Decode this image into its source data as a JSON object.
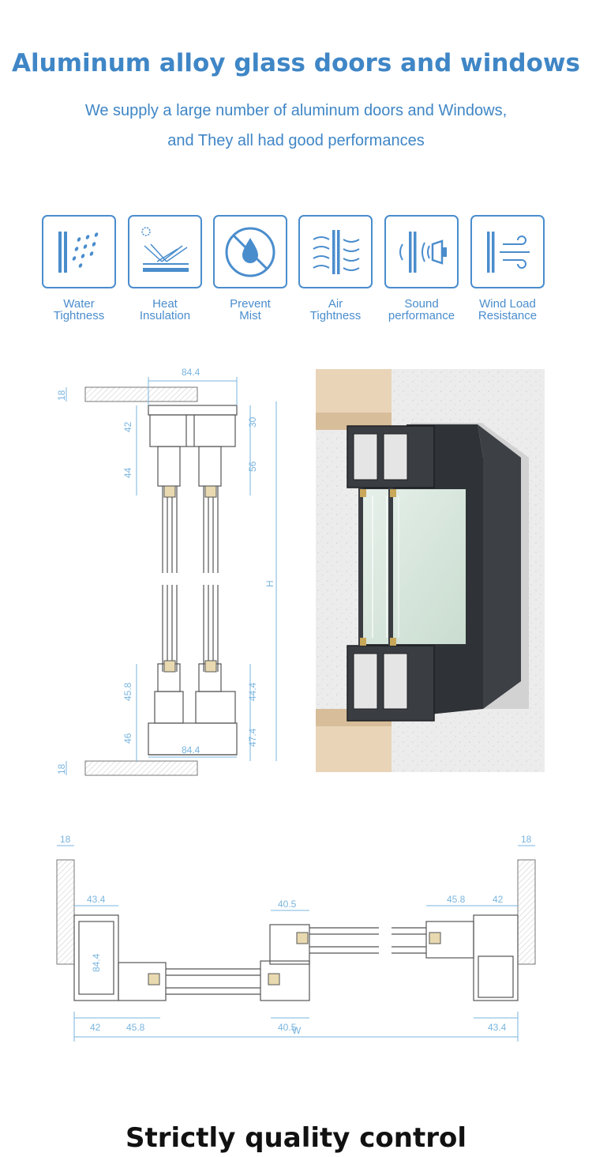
{
  "header": {
    "title": "Aluminum alloy glass doors and windows",
    "subtitle_line1": "We supply a large number of aluminum doors and Windows,",
    "subtitle_line2": "and They all had good performances"
  },
  "features": [
    {
      "line1": "Water",
      "line2": "Tightness",
      "icon": "water-drops-icon"
    },
    {
      "line1": "Heat",
      "line2": "Insulation",
      "icon": "heat-reflection-icon"
    },
    {
      "line1": "Prevent",
      "line2": "Mist",
      "icon": "no-mist-drop-icon"
    },
    {
      "line1": "Air",
      "line2": "Tightness",
      "icon": "air-flow-icon"
    },
    {
      "line1": "Sound",
      "line2": "performance",
      "icon": "sound-speaker-icon"
    },
    {
      "line1": "Wind Load",
      "line2": "Resistance",
      "icon": "wind-gust-icon"
    }
  ],
  "vertical_section": {
    "top_width": "84.4",
    "bottom_width": "84.4",
    "wall_top": "18",
    "wall_bottom": "18",
    "left_top_1": "42",
    "left_top_2": "44",
    "right_top_1": "30",
    "right_top_2": "56",
    "height": "H",
    "left_bottom_1": "45.8",
    "left_bottom_2": "46",
    "right_bottom_1": "44.4",
    "right_bottom_2": "47.4"
  },
  "horizontal_section": {
    "wall_left": "18",
    "wall_right": "18",
    "left_top": "43.4",
    "left_side": "84.4",
    "left_bottom_1": "42",
    "left_bottom_2": "45.8",
    "mid_top": "40.5",
    "mid_bottom": "40.5",
    "right_top_1": "45.8",
    "right_top_2": "42",
    "right_bottom": "43.4",
    "width": "W"
  },
  "colors": {
    "accent": "#3f86c6",
    "dimension": "#7ab5df",
    "frame_dark": "#3a3d42"
  },
  "footer": {
    "text": "Strictly quality control"
  }
}
